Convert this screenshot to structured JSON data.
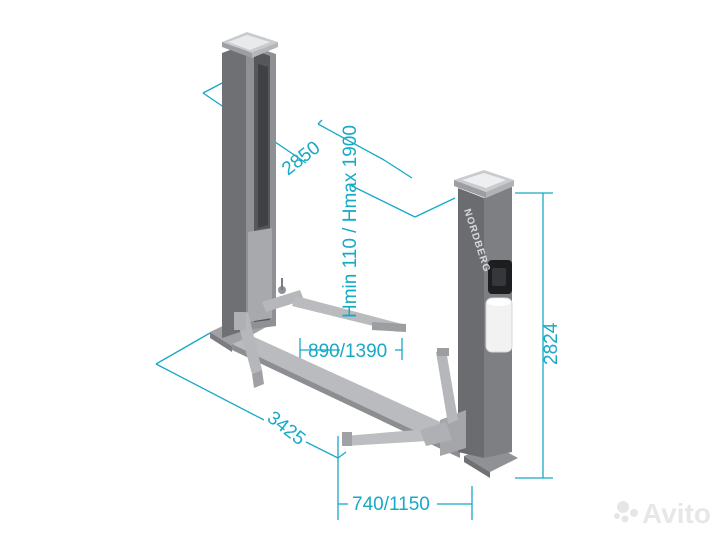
{
  "brand": "NORDBERG",
  "dimensions": {
    "column_spacing": "2850",
    "lift_height": "Hmin 110 / Hmax 1900",
    "column_height": "2824",
    "total_width": "3425",
    "arm_reach": "890/1390",
    "arm_length": "740/1150"
  },
  "watermark": "Avito",
  "colors": {
    "dimension_lines": "#17a9c6",
    "column": "#6e7074",
    "column_light": "#9a9ca0",
    "arm": "#b7b9bc",
    "cylinder": "#f2f2f2"
  },
  "icons": [
    "avito-logo-icon"
  ]
}
